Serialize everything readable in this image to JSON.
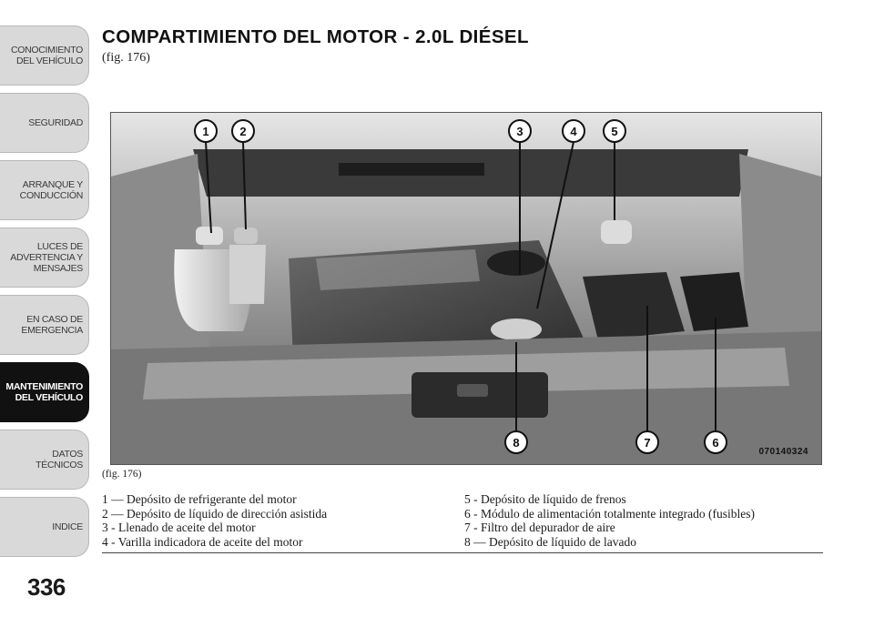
{
  "sidebar": {
    "items": [
      {
        "label": "CONOCIMIENTO\nDEL VEHÍCULO",
        "active": false
      },
      {
        "label": "SEGURIDAD",
        "active": false
      },
      {
        "label": "ARRANQUE Y\nCONDUCCIÓN",
        "active": false
      },
      {
        "label": "LUCES DE\nADVERTENCIA Y\nMENSAJES",
        "active": false
      },
      {
        "label": "EN CASO DE\nEMERGENCIA",
        "active": false
      },
      {
        "label": "MANTENIMIENTO\nDEL VEHÍCULO",
        "active": true
      },
      {
        "label": "DATOS\nTÉCNICOS",
        "active": false
      },
      {
        "label": "INDICE",
        "active": false
      }
    ]
  },
  "page_number": "336",
  "title": "COMPARTIMIENTO DEL MOTOR - 2.0L DIÉSEL",
  "figure_ref": "(fig.  176)",
  "figure": {
    "caption": "(fig. 176)",
    "code": "070140324",
    "callouts": [
      "1",
      "2",
      "3",
      "4",
      "5",
      "6",
      "7",
      "8"
    ]
  },
  "legend": {
    "left": [
      "1 — Depósito de refrigerante del motor",
      "2 — Depósito de líquido de dirección asistida",
      "3 - Llenado de aceite del motor",
      "4 - Varilla indicadora de aceite del motor"
    ],
    "right": [
      "5 - Depósito de líquido de frenos",
      "6 - Módulo de alimentación totalmente integrado (fusibles)",
      "7 - Filtro del depurador de aire",
      "8 — Depósito de líquido de lavado"
    ]
  }
}
